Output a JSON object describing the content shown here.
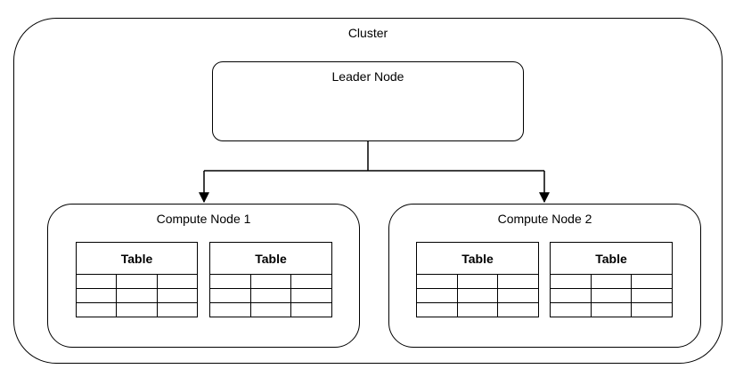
{
  "cluster": {
    "label": "Cluster"
  },
  "leader": {
    "label": "Leader Node"
  },
  "compute_nodes": [
    {
      "label": "Compute Node 1",
      "tables": [
        {
          "header": "Table",
          "rows": 3,
          "cols": 3
        },
        {
          "header": "Table",
          "rows": 3,
          "cols": 3
        }
      ]
    },
    {
      "label": "Compute Node 2",
      "tables": [
        {
          "header": "Table",
          "rows": 3,
          "cols": 3
        },
        {
          "header": "Table",
          "rows": 3,
          "cols": 3
        }
      ]
    }
  ],
  "colors": {
    "stroke": "#000000",
    "fill": "#ffffff"
  }
}
